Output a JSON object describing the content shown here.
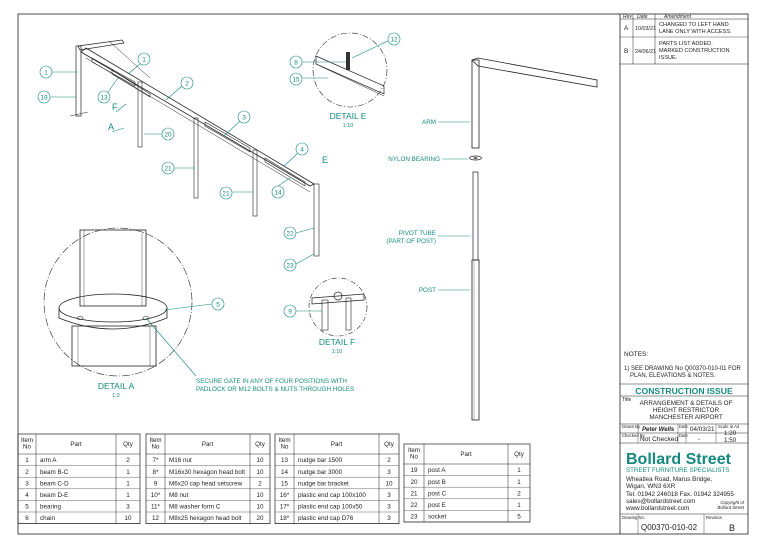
{
  "revisions": {
    "headers": [
      "Rev",
      "Date",
      "Amendment"
    ],
    "rows": [
      {
        "rev": "A",
        "date": "10/03/21",
        "lines": [
          "CHANGED TO LEFT HAND",
          "LANE ONLY WITH ACCESS."
        ]
      },
      {
        "rev": "B",
        "date": "24/06/21",
        "lines": [
          "PARTS LIST ADDED.",
          "MARKED CONSTRUCTION",
          "ISSUE."
        ]
      }
    ]
  },
  "notes": {
    "heading": "NOTES:",
    "lines": [
      "1)  SEE DRAWING No Q00370-010-01 FOR",
      "PLAN, ELEVATIONS & NOTES."
    ]
  },
  "issue_status": "CONSTRUCTION ISSUE",
  "title": {
    "label": "Title",
    "lines": [
      "ARRANGEMENT & DETAILS OF",
      "HEIGHT RESTRICTOR",
      "MANCHESTER AIRPORT"
    ]
  },
  "drawn": {
    "label": "Drawn By",
    "name": "Peter Wells",
    "date_label": "Date",
    "date": "04/03/21",
    "scale_label": "Scale at A3",
    "scale_1": "1:20",
    "scale_2": "1:50"
  },
  "checked": {
    "label": "Checked By",
    "value": "Not Checked",
    "date_label": "Date",
    "date": "-"
  },
  "company": {
    "name_part1": "Bo",
    "name_part2": "llard Street",
    "tagline": "STREET FURNITURE SPECIALISTS",
    "address": [
      "Wheatlea Road, Marus Bridge,",
      "Wigan, WN3 6XR"
    ],
    "phone": "Tel. 01942 246018 Fax. 01942 324955",
    "email": "sales@bollardstreet.com",
    "web": "www.bollardstreet.com",
    "copyright": [
      "Copyright of",
      "Bollard Street"
    ]
  },
  "drawing_no": {
    "label": "Drawing No.",
    "value": "Q00370-010-02",
    "rev_label": "Revision",
    "rev": "B"
  },
  "details": {
    "a": {
      "title": "DETAIL A",
      "scale": "1:2"
    },
    "e": {
      "title": "DETAIL E",
      "scale": "1:10"
    },
    "f": {
      "title": "DETAIL F",
      "scale": "1:10"
    }
  },
  "annotations": {
    "arm": "ARM",
    "nylon_bearing": "NYLON BEARING",
    "pivot_tube": [
      "PIVOT TUBE",
      "(PART OF POST)"
    ],
    "post": "POST",
    "secure_gate": [
      "SECURE GATE IN ANY OF FOUR POSITIONS WITH",
      "PADLOCK OR M12 BOLTS & NUTS THROUGH HOLES"
    ]
  },
  "section_letters": {
    "f": "F",
    "a": "A",
    "e": "E"
  },
  "balloons": {
    "main": [
      "1",
      "19",
      "13",
      "1",
      "2",
      "20",
      "3",
      "21",
      "21",
      "4",
      "14",
      "22",
      "23"
    ],
    "detail_e": [
      "12",
      "8",
      "15"
    ],
    "detail_a": [
      "5"
    ],
    "detail_f": [
      "9"
    ]
  },
  "parts_tables": [
    {
      "headers": [
        "Item No",
        "Part",
        "Qty"
      ],
      "rows": [
        [
          "1",
          "arm A",
          "2"
        ],
        [
          "2",
          "beam B-C",
          "1"
        ],
        [
          "3",
          "beam C-D",
          "1"
        ],
        [
          "4",
          "beam D-E",
          "1"
        ],
        [
          "5",
          "bearing",
          "3"
        ],
        [
          "6",
          "chain",
          "10"
        ]
      ]
    },
    {
      "headers": [
        "Item No",
        "Part",
        "Qty"
      ],
      "rows": [
        [
          "7*",
          "M16 nut",
          "10"
        ],
        [
          "8*",
          "M16x30 hexagon head bolt",
          "10"
        ],
        [
          "9",
          "M6x20 cap head setscrew",
          "2"
        ],
        [
          "10*",
          "M8 nut",
          "10"
        ],
        [
          "11*",
          "M8 washer form C",
          "10"
        ],
        [
          "12",
          "M8x25 hexagon head bolt",
          "20"
        ]
      ]
    },
    {
      "headers": [
        "Item No",
        "Part",
        "Qty"
      ],
      "rows": [
        [
          "13",
          "nudge bar 1500",
          "2"
        ],
        [
          "14",
          "nudge bar 3000",
          "3"
        ],
        [
          "15",
          "nudge bar bracket",
          "10"
        ],
        [
          "16*",
          "plastic end cap 100x100",
          "3"
        ],
        [
          "17*",
          "plastic end cap 100x50",
          "3"
        ],
        [
          "18*",
          "plastic end cap D76",
          "3"
        ]
      ]
    },
    {
      "headers": [
        "Item No",
        "Part",
        "Qty"
      ],
      "rows": [
        [
          "19",
          "post A",
          "1"
        ],
        [
          "20",
          "post B",
          "1"
        ],
        [
          "21",
          "post C",
          "2"
        ],
        [
          "22",
          "post E",
          "1"
        ],
        [
          "23",
          "socket",
          "5"
        ]
      ]
    }
  ]
}
